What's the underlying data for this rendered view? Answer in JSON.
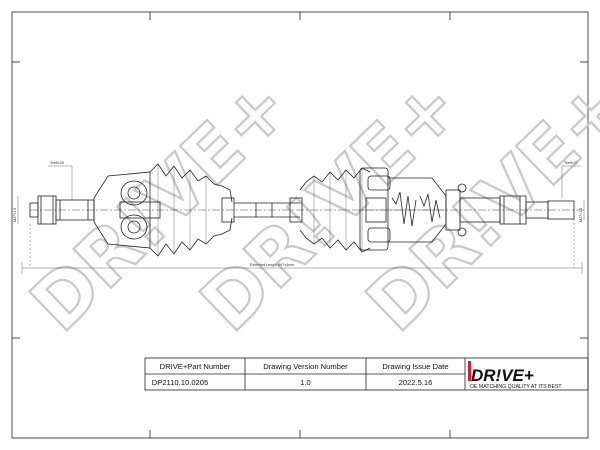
{
  "watermark": "DR!VE+",
  "dimensions": {
    "left_spline": "Teeth:28",
    "right_spline": "Teeth:27",
    "left_diameter": "M27×1.5",
    "right_diameter": "M27×1.5",
    "overall_length": "Extended Length:897±4mm"
  },
  "title_block": {
    "headers": [
      "DRIVE+Part Number",
      "Drawing Version Number",
      "Drawing Issue Date"
    ],
    "values": [
      "DP2110.10.0205",
      "1.0",
      "2022.5.16"
    ]
  },
  "logo": {
    "brand": "DR!VE+",
    "tagline": "OE MATCHING QUALITY AT ITS BEST",
    "color": "#d4202a"
  },
  "colors": {
    "line": "#222222",
    "watermark": "#c9c9c9"
  }
}
